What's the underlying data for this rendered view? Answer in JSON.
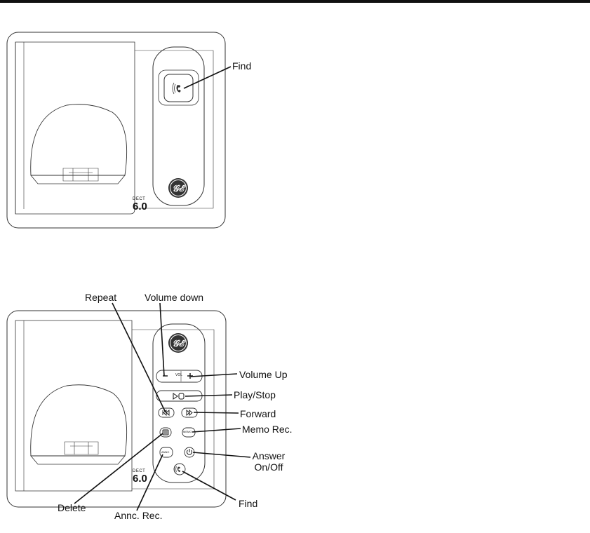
{
  "colors": {
    "outline": "#333333",
    "label": "#111111",
    "topbar": "#111111",
    "bg": "#ffffff"
  },
  "diagram_top": {
    "labels": {
      "find": "Find"
    },
    "dect": {
      "small": "DECT",
      "big": "6.0"
    },
    "icons": [
      "find-handset-icon",
      "ge-logo-icon"
    ]
  },
  "diagram_bottom": {
    "labels": {
      "repeat": "Repeat",
      "volume_down": "Volume down",
      "volume_up": "Volume Up",
      "play_stop": "Play/Stop",
      "forward": "Forward",
      "memo_rec": "Memo Rec.",
      "answer_on_off": "Answer\nOn/Off",
      "find": "Find",
      "delete": "Delete",
      "annc_rec": "Annc. Rec."
    },
    "button_text": {
      "vol": "VOL",
      "memo": "MEMO",
      "annc": "ANNC"
    },
    "dect": {
      "small": "DECT",
      "big": "6.0"
    },
    "icons": [
      "ge-logo-icon",
      "minus-icon",
      "plus-icon",
      "play-stop-icon",
      "skip-back-icon",
      "skip-forward-icon",
      "delete-icon",
      "power-icon",
      "find-handset-icon"
    ]
  }
}
